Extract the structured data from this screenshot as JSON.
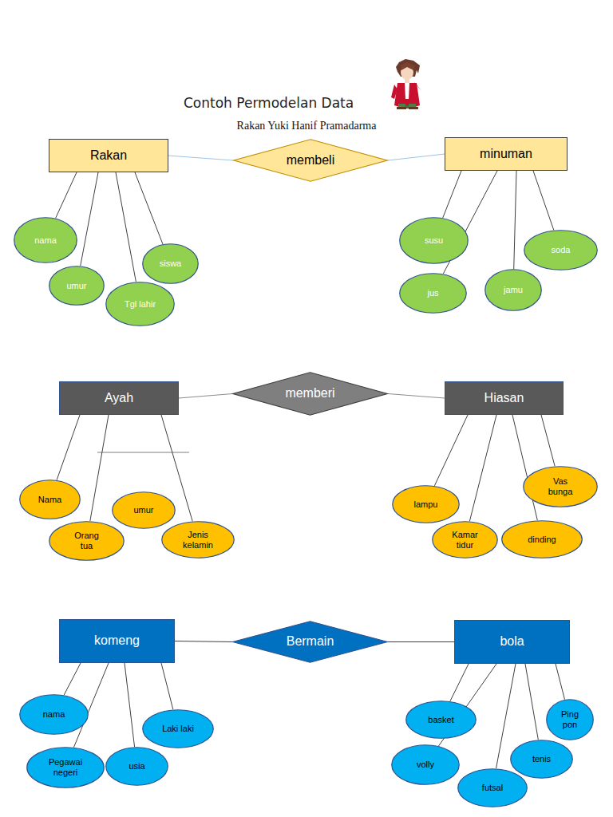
{
  "diagram": {
    "title": "Contoh Permodelan Data",
    "nodes": [
      {
        "text": [
          "Rakan"
        ]
      },
      {
        "text": [
          "membeli"
        ]
      },
      {
        "text": [
          "minuman"
        ]
      },
      {
        "text": [
          "nama"
        ]
      },
      {
        "text": [
          "umur"
        ]
      },
      {
        "text": [
          "Tgl lahir"
        ]
      },
      {
        "text": [
          "siswa"
        ]
      },
      {
        "text": [
          "susu"
        ]
      },
      {
        "text": [
          "jus"
        ]
      },
      {
        "text": [
          "jamu"
        ]
      },
      {
        "text": [
          "soda"
        ]
      },
      {
        "text": [
          "Ayah"
        ]
      },
      {
        "text": [
          "memberi"
        ]
      },
      {
        "text": [
          "Hiasan"
        ]
      },
      {
        "text": [
          "Nama"
        ]
      },
      {
        "text": [
          "Orang tua"
        ]
      },
      {
        "text": [
          "umur"
        ]
      },
      {
        "text": [
          "Jenis kelamin"
        ]
      },
      {
        "text": [
          "lampu"
        ]
      },
      {
        "text": [
          "Kamar tidur"
        ]
      },
      {
        "text": [
          "dinding"
        ]
      },
      {
        "text": [
          "Vas bunga"
        ]
      },
      {
        "text": [
          "komeng"
        ]
      },
      {
        "text": [
          "Bermain"
        ]
      },
      {
        "text": [
          "bola"
        ]
      },
      {
        "text": [
          "nama"
        ]
      },
      {
        "text": [
          "Pegawai negeri"
        ]
      },
      {
        "text": [
          "usia"
        ]
      },
      {
        "text": [
          "Laki laki"
        ]
      },
      {
        "text": [
          "basket"
        ]
      },
      {
        "text": [
          "volly"
        ]
      },
      {
        "text": [
          "futsal"
        ]
      },
      {
        "text": [
          "tenis"
        ]
      },
      {
        "text": [
          "Ping pon"
        ]
      }
    ],
    "edges": [
      {
        "from": 0,
        "to": 1,
        "arrow": "none"
      },
      {
        "from": 1,
        "to": 2,
        "arrow": "none"
      },
      {
        "from": 0,
        "to": 3,
        "arrow": "none"
      },
      {
        "from": 0,
        "to": 4,
        "arrow": "none"
      },
      {
        "from": 0,
        "to": 5,
        "arrow": "none"
      },
      {
        "from": 0,
        "to": 6,
        "arrow": "none"
      },
      {
        "from": 2,
        "to": 7,
        "arrow": "none"
      },
      {
        "from": 2,
        "to": 8,
        "arrow": "none"
      },
      {
        "from": 2,
        "to": 9,
        "arrow": "none"
      },
      {
        "from": 2,
        "to": 10,
        "arrow": "none"
      },
      {
        "from": 11,
        "to": 12,
        "arrow": "none"
      },
      {
        "from": 12,
        "to": 13,
        "arrow": "none"
      },
      {
        "from": 11,
        "to": 14,
        "arrow": "none"
      },
      {
        "from": 11,
        "to": 15,
        "arrow": "none"
      },
      {
        "from": 11,
        "to": 17,
        "arrow": "none"
      },
      {
        "from": 13,
        "to": 18,
        "arrow": "none"
      },
      {
        "from": 13,
        "to": 19,
        "arrow": "none"
      },
      {
        "from": 13,
        "to": 20,
        "arrow": "none"
      },
      {
        "from": 13,
        "to": 21,
        "arrow": "none"
      },
      {
        "from": 22,
        "to": 23,
        "arrow": "none"
      },
      {
        "from": 23,
        "to": 24,
        "arrow": "none"
      },
      {
        "from": 22,
        "to": 25,
        "arrow": "none"
      },
      {
        "from": 22,
        "to": 26,
        "arrow": "none"
      },
      {
        "from": 22,
        "to": 27,
        "arrow": "none"
      },
      {
        "from": 22,
        "to": 28,
        "arrow": "none"
      },
      {
        "from": 24,
        "to": 29,
        "arrow": "none"
      },
      {
        "from": 24,
        "to": 30,
        "arrow": "none"
      },
      {
        "from": 24,
        "to": 31,
        "arrow": "none"
      },
      {
        "from": 24,
        "to": 32,
        "arrow": "none"
      },
      {
        "from": 24,
        "to": 33,
        "arrow": "none"
      }
    ],
    "labels": [
      "Rakan Yuki Hanif Pramadarma"
    ]
  }
}
